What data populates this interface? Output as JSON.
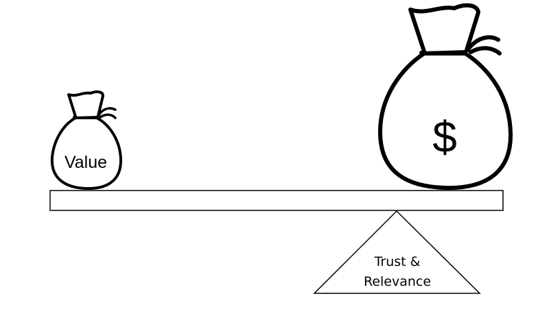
{
  "small_bag": {
    "label": "Value"
  },
  "large_bag": {
    "label": "$"
  },
  "fulcrum": {
    "line1": "Trust &",
    "line2": "Relevance"
  },
  "colors": {
    "ink": "#000000",
    "fill": "#ffffff"
  }
}
